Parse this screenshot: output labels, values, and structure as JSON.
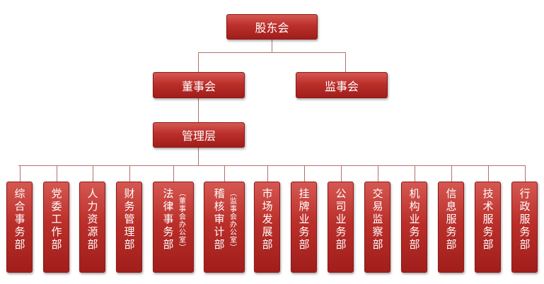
{
  "shareholders": "股东会",
  "board": "董事会",
  "supervisors": "监事会",
  "management": "管理层",
  "departments": [
    {
      "label": "综合事务部",
      "sub": ""
    },
    {
      "label": "党委工作部",
      "sub": ""
    },
    {
      "label": "人力资源部",
      "sub": ""
    },
    {
      "label": "财务管理部",
      "sub": ""
    },
    {
      "label": "法律事务部",
      "sub": "（董事会办公室）"
    },
    {
      "label": "稽核审计部",
      "sub": "（监事会办公室）"
    },
    {
      "label": "市场发展部",
      "sub": ""
    },
    {
      "label": "挂牌业务部",
      "sub": ""
    },
    {
      "label": "公司业务部",
      "sub": ""
    },
    {
      "label": "交易监察部",
      "sub": ""
    },
    {
      "label": "机构业务部",
      "sub": ""
    },
    {
      "label": "信息服务部",
      "sub": ""
    },
    {
      "label": "技术服务部",
      "sub": ""
    },
    {
      "label": "行政服务部",
      "sub": ""
    }
  ],
  "colors": {
    "box_top": "#d55852",
    "box_bottom": "#a01e1b",
    "connector": "#b0726c"
  }
}
